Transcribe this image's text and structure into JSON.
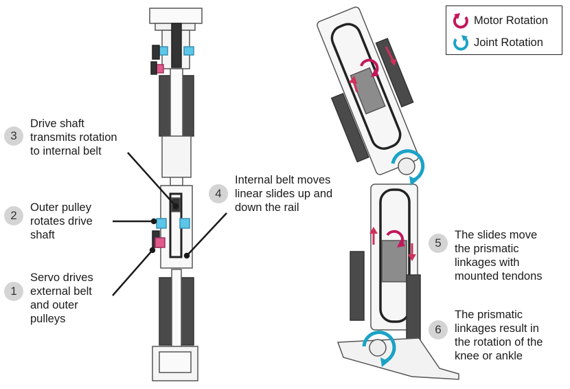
{
  "legend": {
    "motor_label": "Motor Rotation",
    "joint_label": "Joint Rotation",
    "motor_color": "#c2185b",
    "joint_color": "#1ba3c6"
  },
  "steps": [
    {
      "number": "3",
      "text": "Drive shaft\ntransmits rotation\nto internal belt"
    },
    {
      "number": "2",
      "text": "Outer pulley\nrotates drive\nshaft"
    },
    {
      "number": "1",
      "text": "Servo drives\nexternal belt\nand outer\npulleys"
    },
    {
      "number": "4",
      "text": "Internal belt moves\nlinear slides up and\ndown the rail"
    },
    {
      "number": "5",
      "text": "The slides move\nthe prismatic\nlinkages with\nmounted tendons"
    },
    {
      "number": "6",
      "text": "The prismatic\nlinkages result in\nthe rotation of the\nknee or ankle"
    }
  ],
  "colors": {
    "line": "#1a1a1a",
    "frame": "#555555",
    "spring": "#4a4a4a",
    "cyan_part": "#5bc6e8",
    "pink_part": "#e05a8a",
    "motor_plate": "#8c8c8c"
  }
}
